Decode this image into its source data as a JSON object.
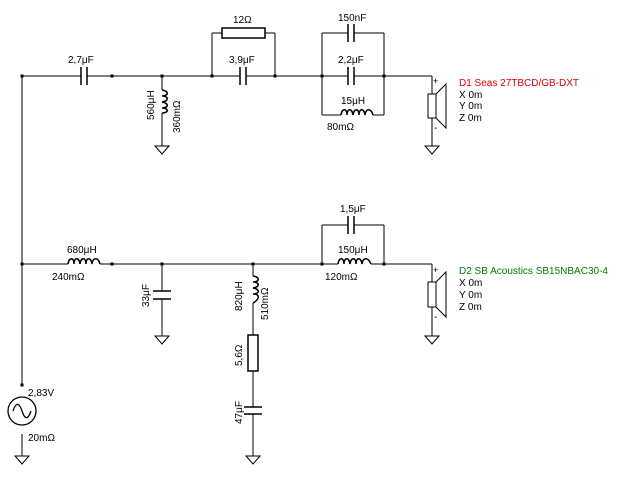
{
  "source": {
    "voltage": "2,83V",
    "resistance": "20mΩ"
  },
  "tweeter_branch": {
    "series_cap": "2,7μF",
    "shunt_inductor": {
      "value": "560μH",
      "resistance": "360mΩ"
    },
    "parallel_resistor": "12Ω",
    "series_cap2": "3,9μF",
    "notch_cap": "150nF",
    "notch_cap2": "2,2μF",
    "notch_inductor": {
      "value": "15μH",
      "resistance": "80mΩ"
    }
  },
  "woofer_branch": {
    "series_inductor": {
      "value": "680μH",
      "resistance": "240mΩ"
    },
    "shunt_cap": "33μF",
    "zobel_inductor": {
      "value": "820μH",
      "resistance": "510mΩ"
    },
    "zobel_resistor": "5,6Ω",
    "zobel_cap": "47μF",
    "trap_cap": "1,5μF",
    "trap_inductor": {
      "value": "150μH",
      "resistance": "120mΩ"
    }
  },
  "drivers": [
    {
      "name": "D1 Seas 27TBCD/GB-DXT",
      "x": "X 0m",
      "y": "Y 0m",
      "z": "Z 0m",
      "color": "#e00000"
    },
    {
      "name": "D2 SB Acoustics SB15NBAC30-4",
      "x": "X 0m",
      "y": "Y 0m",
      "z": "Z 0m",
      "color": "#008000"
    }
  ],
  "polarity": {
    "plus": "+",
    "minus": "-"
  }
}
